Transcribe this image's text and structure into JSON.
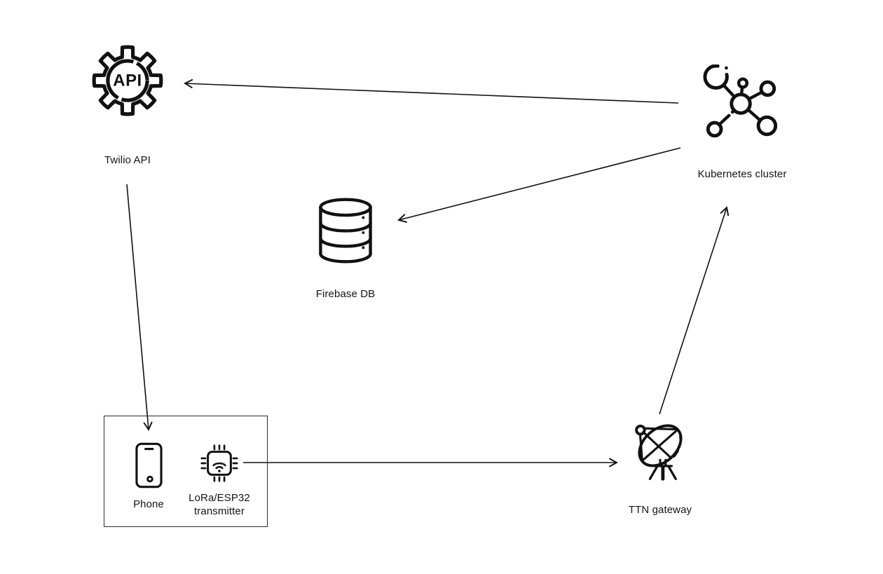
{
  "diagram": {
    "background": "#ffffff",
    "stroke_color": "#111111",
    "nodes": {
      "twilio_api": {
        "label": "Twilio API",
        "icon": "gear-api-icon",
        "icon_text": "API"
      },
      "kubernetes": {
        "label": "Kubernetes cluster",
        "icon": "network-nodes-icon"
      },
      "firebase": {
        "label": "Firebase DB",
        "icon": "database-icon"
      },
      "phone": {
        "label": "Phone",
        "icon": "smartphone-icon"
      },
      "lora": {
        "label": "LoRa/ESP32 transmitter",
        "icon": "chip-wifi-icon"
      },
      "ttn": {
        "label": "TTN gateway",
        "icon": "satellite-dish-icon"
      }
    },
    "edges": [
      {
        "from": "kubernetes",
        "to": "twilio_api"
      },
      {
        "from": "kubernetes",
        "to": "firebase"
      },
      {
        "from": "twilio_api",
        "to": "phone"
      },
      {
        "from": "lora",
        "to": "ttn"
      },
      {
        "from": "ttn",
        "to": "kubernetes"
      }
    ]
  }
}
